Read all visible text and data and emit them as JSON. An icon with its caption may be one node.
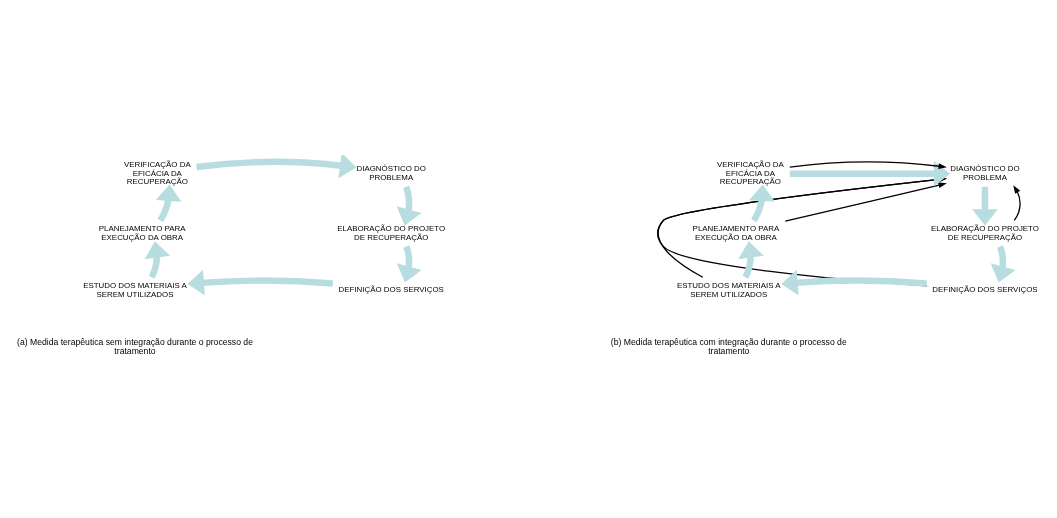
{
  "diagram": {
    "nodes": [
      {
        "text": [
          "DIAGNÓSTICO DO PROBLEMA"
        ]
      },
      {
        "text": [
          "ELABORAÇÃO DO PROJETO DE RECUPERAÇÃO"
        ]
      },
      {
        "text": [
          "DEFINIÇÃO DOS SERVIÇOS"
        ]
      },
      {
        "text": [
          "ESTUDO DOS MATERIAIS A SEREM UTILIZADOS"
        ]
      },
      {
        "text": [
          "PLANEJAMENTO PARA EXECUÇÃO DA OBRA"
        ]
      },
      {
        "text": [
          "VERIFICAÇÃO DA EFICÁCIA DA RECUPERAÇÃO"
        ]
      },
      {
        "text": [
          "DIAGNÓSTICO DO PROBLEMA"
        ]
      },
      {
        "text": [
          "ELABORAÇÃO DO PROJETO DE RECUPERAÇÃO"
        ]
      },
      {
        "text": [
          "DEFINIÇÃO DOS SERVIÇOS"
        ]
      },
      {
        "text": [
          "ESTUDO DOS MATERIAIS A SEREM UTILIZADOS"
        ]
      },
      {
        "text": [
          "PLANEJAMENTO PARA EXECUÇÃO DA OBRA"
        ]
      },
      {
        "text": [
          "VERIFICAÇÃO DA EFICÁCIA DA RECUPERAÇÃO"
        ]
      }
    ],
    "edges": [
      {
        "from": 0,
        "to": 1,
        "arrow": "to"
      },
      {
        "from": 1,
        "to": 2,
        "arrow": "to"
      },
      {
        "from": 2,
        "to": 3,
        "arrow": "to"
      },
      {
        "from": 3,
        "to": 4,
        "arrow": "to"
      },
      {
        "from": 4,
        "to": 5,
        "arrow": "to"
      },
      {
        "from": 5,
        "to": 0,
        "arrow": "to"
      },
      {
        "from": 6,
        "to": 7,
        "arrow": "to"
      },
      {
        "from": 7,
        "to": 8,
        "arrow": "to"
      },
      {
        "from": 8,
        "to": 9,
        "arrow": "to"
      },
      {
        "from": 9,
        "to": 10,
        "arrow": "to"
      },
      {
        "from": 10,
        "to": 11,
        "arrow": "to"
      },
      {
        "from": 11,
        "to": 6,
        "arrow": "to"
      },
      {
        "from": 11,
        "to": 6,
        "arrow": "to",
        "color": "#000000"
      },
      {
        "from": 10,
        "to": 6,
        "arrow": "to",
        "color": "#000000"
      },
      {
        "from": 9,
        "to": 6,
        "arrow": "to",
        "color": "#000000"
      },
      {
        "from": 8,
        "to": 6,
        "arrow": "to",
        "color": "#000000"
      },
      {
        "from": 7,
        "to": 6,
        "arrow": "to",
        "color": "#000000"
      }
    ],
    "labels": [
      "(a) Medida terapêutica sem integração durante o processo de tratamento",
      "(b) Medida terapêutica com integração durante o processo de tratamento"
    ]
  }
}
